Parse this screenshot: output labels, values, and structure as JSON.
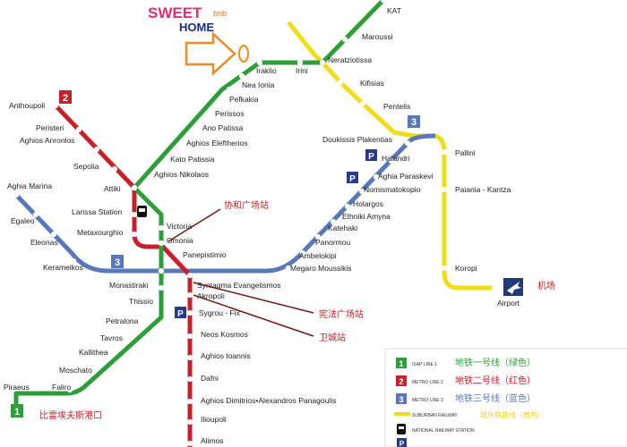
{
  "logo": {
    "text_line1": "SWEET",
    "text_line2": "HOME",
    "tag": "bnb"
  },
  "colors": {
    "line1": "#2e9e3a",
    "line2": "#c8202a",
    "line3": "#5878b8",
    "suburban": "#f0dc18",
    "annotation": "#c8202a",
    "arrow": "#f08a24"
  },
  "badges": {
    "line1": "1",
    "line2": "2",
    "line3": "3",
    "parking": "P"
  },
  "stations": {
    "kat": "KAT",
    "maroussi": "Maroussi",
    "neratziotissa": "Neratziotissa",
    "kifisias": "Kifisias",
    "pentelis": "Pentelis",
    "iraklio": "Iraklio",
    "irini": "Irini",
    "nea_ionia": "Nea Ionia",
    "pefkakia": "Pefkakia",
    "perissos": "Perissos",
    "ano_patissia": "Ano Patissa",
    "aghios_eleftherios": "Aghios Eleftherios",
    "kato_patissia": "Kato Patissia",
    "aghios_nikolaos": "Aghios Nikolaos",
    "attiki": "Attiki",
    "victoria": "Victoria",
    "omonia": "Omonia",
    "monastiraki": "Monastiraki",
    "thissio": "Thissio",
    "petralona": "Petralona",
    "tavros": "Tavros",
    "kallithea": "Kallithea",
    "moschato": "Moschato",
    "faliro": "Faliro",
    "piraeus": "Piraeus",
    "anthoupoli": "Anthoupoli",
    "peristeri": "Peristeri",
    "aghios_antonios": "Aghios Anronlos",
    "sepolia": "Sepolia",
    "larissa": "Larissa Station",
    "metaxourghio": "Metaxourghio",
    "panepistimio": "Panepistimio",
    "syntagma": "Syntagma  Evangelismos",
    "akropoli": "Akropoli",
    "sygrou_fix": "Sygrou - Fix",
    "neos_kosmos": "Neos Kosmos",
    "aghios_ioannis": "Aghios Ioannis",
    "dafni": "Dafni",
    "aghios_dimitrios": "Aghios Dimitrios•Alexandros Panagoulis",
    "ilioupoli": "Ilioupoli",
    "alimos": "Alimos",
    "aghia_marina": "Aghia Marina",
    "egaleo": "Egaleo",
    "eleonas": "Eleonas",
    "kerameikos": "Kerameikos",
    "megaro_moussikis": "Megaro Moussikis",
    "ambelokipi": "Ambelokipi",
    "panormou": "Panormou",
    "katehaki": "Katehaki",
    "ethniki_amyna": "Ethniki Amyna",
    "holargos": "Holargos",
    "nomismatokopio": "Nomismatokopio",
    "aghia_paraskevi": "Aghia Paraskevi",
    "halandri": "Halandri",
    "doukissis": "Doukissis Plakentias",
    "pallini": "Pallini",
    "paiania": "Paiania - Kantza",
    "koropi": "Koropi",
    "airport": "Airport"
  },
  "annotations": {
    "syntagma_cn": "协和广场站",
    "xianfa_cn": "宪法广场站",
    "weicheng_cn": "卫城站",
    "airport_cn": "机场",
    "piraeus_cn": "比雷埃夫斯港口"
  },
  "legend": [
    {
      "badge": "1",
      "label": "ISAP LINE 1",
      "cn": "地铁一号线（绿色）",
      "color": "#2e9e3a"
    },
    {
      "badge": "2",
      "label": "METRO LINE 2",
      "cn": "地铁二号线（红色）",
      "color": "#c8202a"
    },
    {
      "badge": "3",
      "label": "METRO LINE 3",
      "cn": "地铁三号线（蓝色）",
      "color": "#5878b8"
    },
    {
      "badge": "",
      "label": "SUBURBAN RAILWAY",
      "cn": "城外铁路线（黄色）",
      "color": "#f0dc18"
    },
    {
      "badge": "",
      "label": "NATIONAL RAILWAY STATION",
      "cn": "",
      "color": "#000000"
    },
    {
      "badge": "P",
      "label": "",
      "cn": "",
      "color": "#2a3a8a"
    }
  ]
}
